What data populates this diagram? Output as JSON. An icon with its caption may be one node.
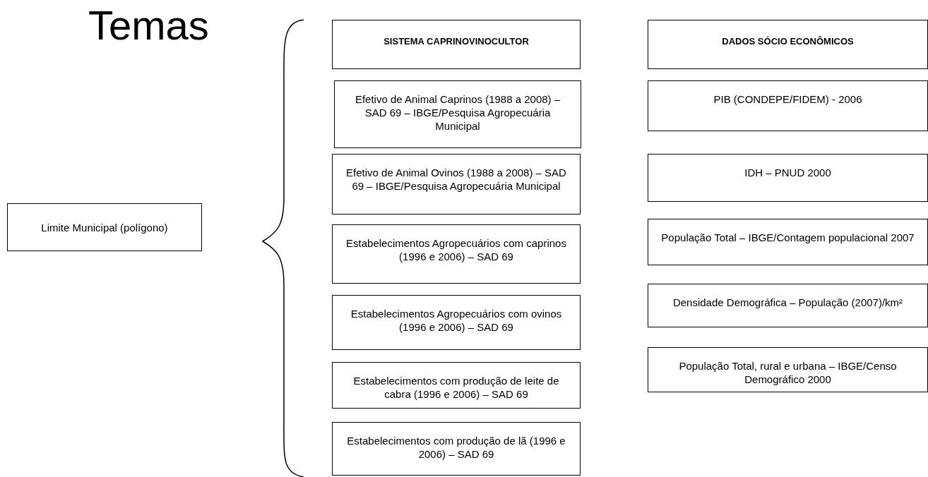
{
  "diagram": {
    "title": "Temas",
    "nodes": [
      {
        "text": [
          "Limite Municipal (polígono)"
        ]
      },
      {
        "text": [
          "SISTEMA CAPRINOVINOCULTOR"
        ]
      },
      {
        "text": [
          "Efetivo de Animal Caprinos (1988 a 2008) – SAD 69 – IBGE/Pesquisa Agropecuária Municipal"
        ]
      },
      {
        "text": [
          "Efetivo de Animal Ovinos (1988 a 2008) – SAD 69 – IBGE/Pesquisa Agropecuária Municipal"
        ]
      },
      {
        "text": [
          "Estabelecimentos Agropecuários com caprinos (1996 e 2006) – SAD 69"
        ]
      },
      {
        "text": [
          "Estabelecimentos Agropecuários com ovinos (1996 e 2006) – SAD 69"
        ]
      },
      {
        "text": [
          "Estabelecimentos com produção de leite de cabra (1996 e 2006) – SAD 69"
        ]
      },
      {
        "text": [
          "Estabelecimentos com produção de lã (1996 e 2006) – SAD 69"
        ]
      },
      {
        "text": [
          "DADOS SÓCIO ECONÔMICOS"
        ]
      },
      {
        "text": [
          "PIB (CONDEPE/FIDEM) - 2006"
        ]
      },
      {
        "text": [
          "IDH – PNUD 2000"
        ]
      },
      {
        "text": [
          "População Total – IBGE/Contagem populacional 2007"
        ]
      },
      {
        "text": [
          "Densidade Demográfica – População (2007)/km²"
        ]
      },
      {
        "text": [
          "População Total, rural e urbana – IBGE/Censo Demográfico 2000"
        ]
      }
    ],
    "edges": []
  }
}
